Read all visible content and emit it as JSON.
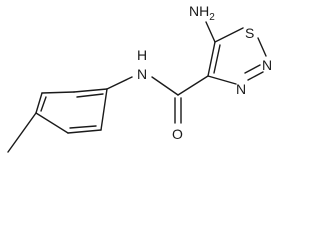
{
  "molecule": {
    "atom_labels": {
      "amino_N": "NH",
      "amino_sub": "2",
      "sulfur": "S",
      "ring_N1": "N",
      "ring_N2": "N",
      "amide_N": "N",
      "amide_H": "H",
      "carbonyl_O": "O"
    }
  }
}
